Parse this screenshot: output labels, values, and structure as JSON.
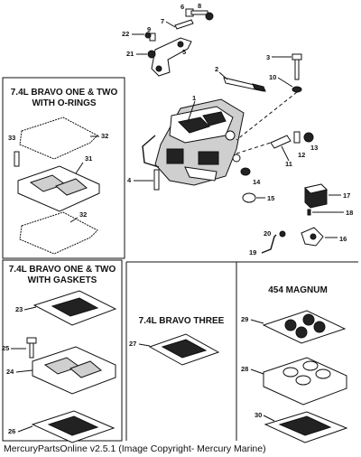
{
  "panels": {
    "top_left_title_1": "7.4L BRAVO ONE & TWO",
    "top_left_title_2": "WITH O-RINGS",
    "bottom_left_title_1": "7.4L BRAVO ONE & TWO",
    "bottom_left_title_2": "WITH GASKETS",
    "bottom_middle_title": "7.4L BRAVO THREE",
    "bottom_right_title": "454 MAGNUM"
  },
  "callouts": {
    "c1": "1",
    "c2": "2",
    "c3": "3",
    "c4": "4",
    "c5": "5",
    "c6": "6",
    "c7": "7",
    "c8": "8",
    "c9": "9",
    "c10": "10",
    "c11": "11",
    "c12": "12",
    "c13": "13",
    "c14": "14",
    "c15": "15",
    "c16": "16",
    "c17": "17",
    "c18": "18",
    "c19": "19",
    "c20": "20",
    "c21": "21",
    "c22": "22",
    "c23": "23",
    "c24": "24",
    "c25": "25",
    "c26": "26",
    "c27": "27",
    "c28": "28",
    "c29": "29",
    "c30": "30",
    "c31": "31",
    "c32a": "32",
    "c32b": "32",
    "c33": "33"
  },
  "footer": "MercuryPartsOnline v2.5.1 (Image Copyright- Mercury Marine)"
}
